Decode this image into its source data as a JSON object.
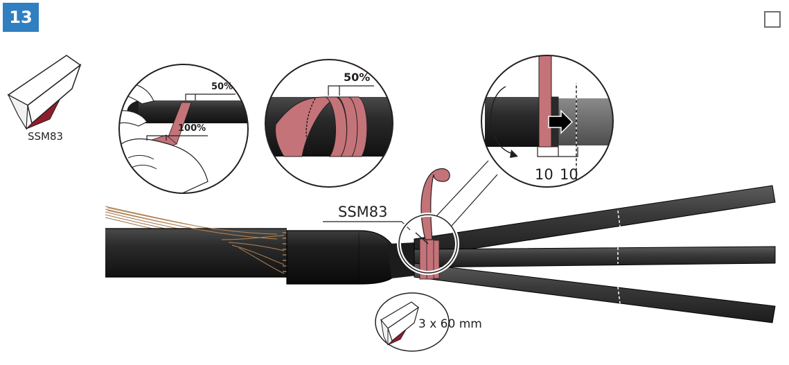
{
  "step": {
    "number": "13"
  },
  "tape": {
    "product_code": "SSM83"
  },
  "cable": {
    "label": "SSM83"
  },
  "detail_left": {
    "overlap_top": "50%",
    "overlap_bottom": "100%"
  },
  "detail_middle": {
    "overlap": "50%"
  },
  "detail_right": {
    "dim_first": "10",
    "dim_second": "10"
  },
  "strip": {
    "size_label": "3 x 60 mm"
  },
  "colors": {
    "badge": "#2f7fc1",
    "tape": "#c47379",
    "tape_dark": "#8e1d2b",
    "cable": "#231f20"
  }
}
